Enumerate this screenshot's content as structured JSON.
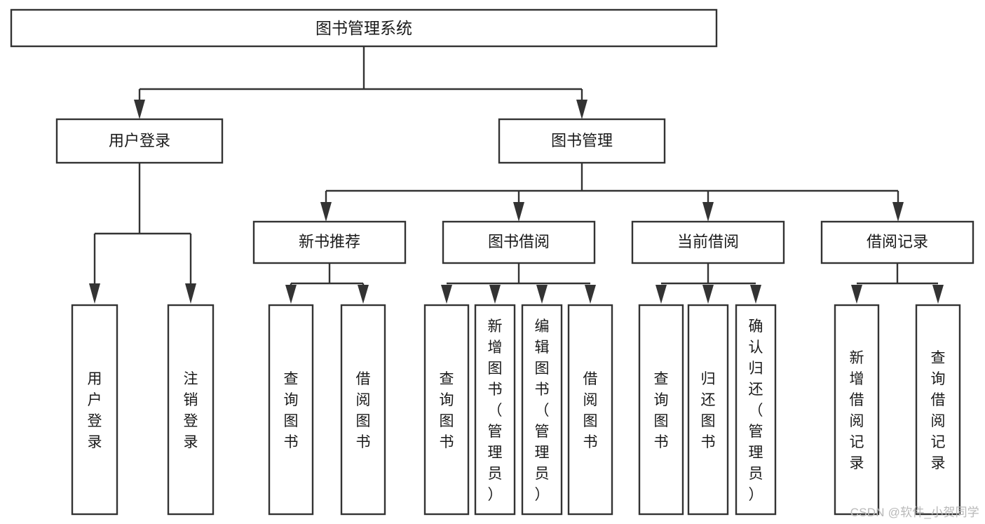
{
  "diagram": {
    "type": "tree-hierarchy",
    "title": "图书管理系统",
    "orientation": "top-down",
    "colors": {
      "stroke": "#333333",
      "fill": "#ffffff",
      "text": "#1a1a1a",
      "watermark": "#b9b9b9",
      "background": "#ffffff"
    },
    "levels": 4,
    "root": {
      "id": "root",
      "label": "图书管理系统"
    },
    "level2": [
      {
        "id": "user-login",
        "label": "用户登录"
      },
      {
        "id": "book-management",
        "label": "图书管理"
      }
    ],
    "level3": [
      {
        "id": "new-book-recommend",
        "label": "新书推荐",
        "parent": "book-management"
      },
      {
        "id": "book-borrow",
        "label": "图书借阅",
        "parent": "book-management"
      },
      {
        "id": "current-borrow",
        "label": "当前借阅",
        "parent": "book-management"
      },
      {
        "id": "borrow-record",
        "label": "借阅记录",
        "parent": "book-management"
      }
    ],
    "leaves": {
      "user-login": [
        {
          "id": "leaf-user-login",
          "label": "用户登录"
        },
        {
          "id": "leaf-logout-login",
          "label": "注销登录"
        }
      ],
      "new-book-recommend": [
        {
          "id": "leaf-query-book-1",
          "label": "查询图书"
        },
        {
          "id": "leaf-borrow-book-1",
          "label": "借阅图书"
        }
      ],
      "book-borrow": [
        {
          "id": "leaf-query-book-2",
          "label": "查询图书"
        },
        {
          "id": "leaf-add-book",
          "label": "新增图书（管理员）"
        },
        {
          "id": "leaf-edit-book",
          "label": "编辑图书（管理员）"
        },
        {
          "id": "leaf-borrow-book-2",
          "label": "借阅图书"
        }
      ],
      "current-borrow": [
        {
          "id": "leaf-query-book-3",
          "label": "查询图书"
        },
        {
          "id": "leaf-return-book",
          "label": "归还图书"
        },
        {
          "id": "leaf-confirm-return",
          "label": "确认归还（管理员）"
        }
      ],
      "borrow-record": [
        {
          "id": "leaf-add-record",
          "label": "新增借阅记录"
        },
        {
          "id": "leaf-query-record",
          "label": "查询借阅记录"
        }
      ]
    }
  },
  "watermark": {
    "text": "CSDN @软件_小贺同学"
  }
}
